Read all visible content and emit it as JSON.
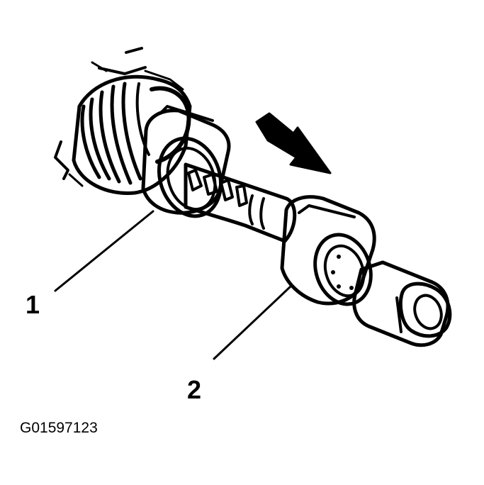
{
  "figure": {
    "callouts": [
      {
        "number": "1",
        "part": "component-1"
      },
      {
        "number": "2",
        "part": "component-2"
      }
    ],
    "figure_id": "G01597123",
    "direction_arrow": "removal-direction"
  },
  "colors": {
    "ink": "#000000",
    "background": "#ffffff"
  }
}
